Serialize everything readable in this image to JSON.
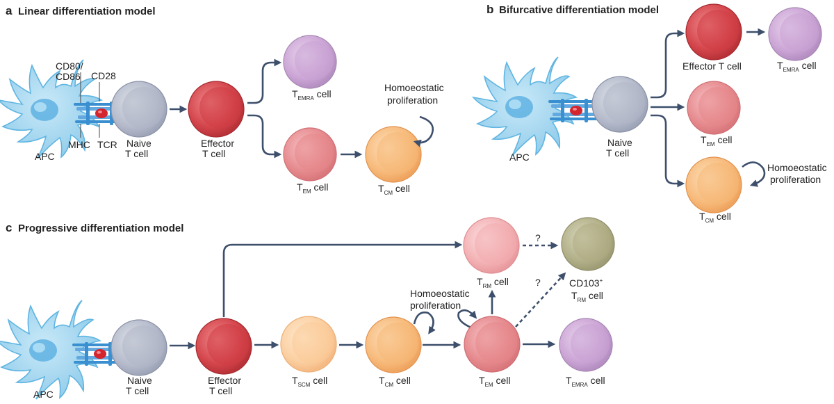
{
  "panel_a": {
    "letter": "a",
    "title": "Linear differentiation model",
    "labels": {
      "cd80": "CD80/",
      "cd86": "CD86",
      "cd28": "CD28",
      "mhc": "MHC",
      "tcr": "TCR",
      "apc": "APC",
      "naive_1": "Naive",
      "naive_2": "T cell",
      "effector_1": "Effector",
      "effector_2": "T cell",
      "temra_t": "T",
      "temra_sub": "EMRA",
      "temra_cell": " cell",
      "tem_t": "T",
      "tem_sub": "EM",
      "tem_cell": " cell",
      "tcm_t": "T",
      "tcm_sub": "CM",
      "tcm_cell": " cell",
      "homeo_1": "Homoeostatic",
      "homeo_2": "proliferation"
    }
  },
  "panel_b": {
    "letter": "b",
    "title": "Bifurcative differentiation model",
    "labels": {
      "apc": "APC",
      "naive_1": "Naive",
      "naive_2": "T cell",
      "effector": "Effector T cell",
      "temra_t": "T",
      "temra_sub": "EMRA",
      "temra_cell": " cell",
      "tem_t": "T",
      "tem_sub": "EM",
      "tem_cell": " cell",
      "tcm_t": "T",
      "tcm_sub": "CM",
      "tcm_cell": " cell",
      "homeo_1": "Homoeostatic",
      "homeo_2": "proliferation"
    }
  },
  "panel_c": {
    "letter": "c",
    "title": "Progressive differentiation model",
    "labels": {
      "apc": "APC",
      "naive_1": "Naive",
      "naive_2": "T cell",
      "effector_1": "Effector",
      "effector_2": "T cell",
      "tscm_t": "T",
      "tscm_sub": "SCM",
      "tscm_cell": " cell",
      "tcm_t": "T",
      "tcm_sub": "CM",
      "tcm_cell": " cell",
      "tem_t": "T",
      "tem_sub": "EM",
      "tem_cell": " cell",
      "temra_t": "T",
      "temra_sub": "EMRA",
      "temra_cell": " cell",
      "trm_t": "T",
      "trm_sub": "RM",
      "trm_cell": " cell",
      "cd103_1": "CD103",
      "cd103_sup": "+",
      "cd103_t": "T",
      "cd103_sub": "RM",
      "cd103_cell": " cell",
      "homeo_1": "Homoeostatic",
      "homeo_2": "proliferation",
      "q1": "?",
      "q2": "?"
    }
  },
  "colors": {
    "naive": "#c3c8d6",
    "effector": "#d9484e",
    "temra": "#cfa6d8",
    "tem": "#eb8e92",
    "tcm": "#f8bf80",
    "tscm": "#fbcf9e",
    "trm": "#f4b0b3",
    "cd103": "#b4b28c",
    "apc": "#9fd3ef",
    "arrow": "#3d4f6b"
  }
}
